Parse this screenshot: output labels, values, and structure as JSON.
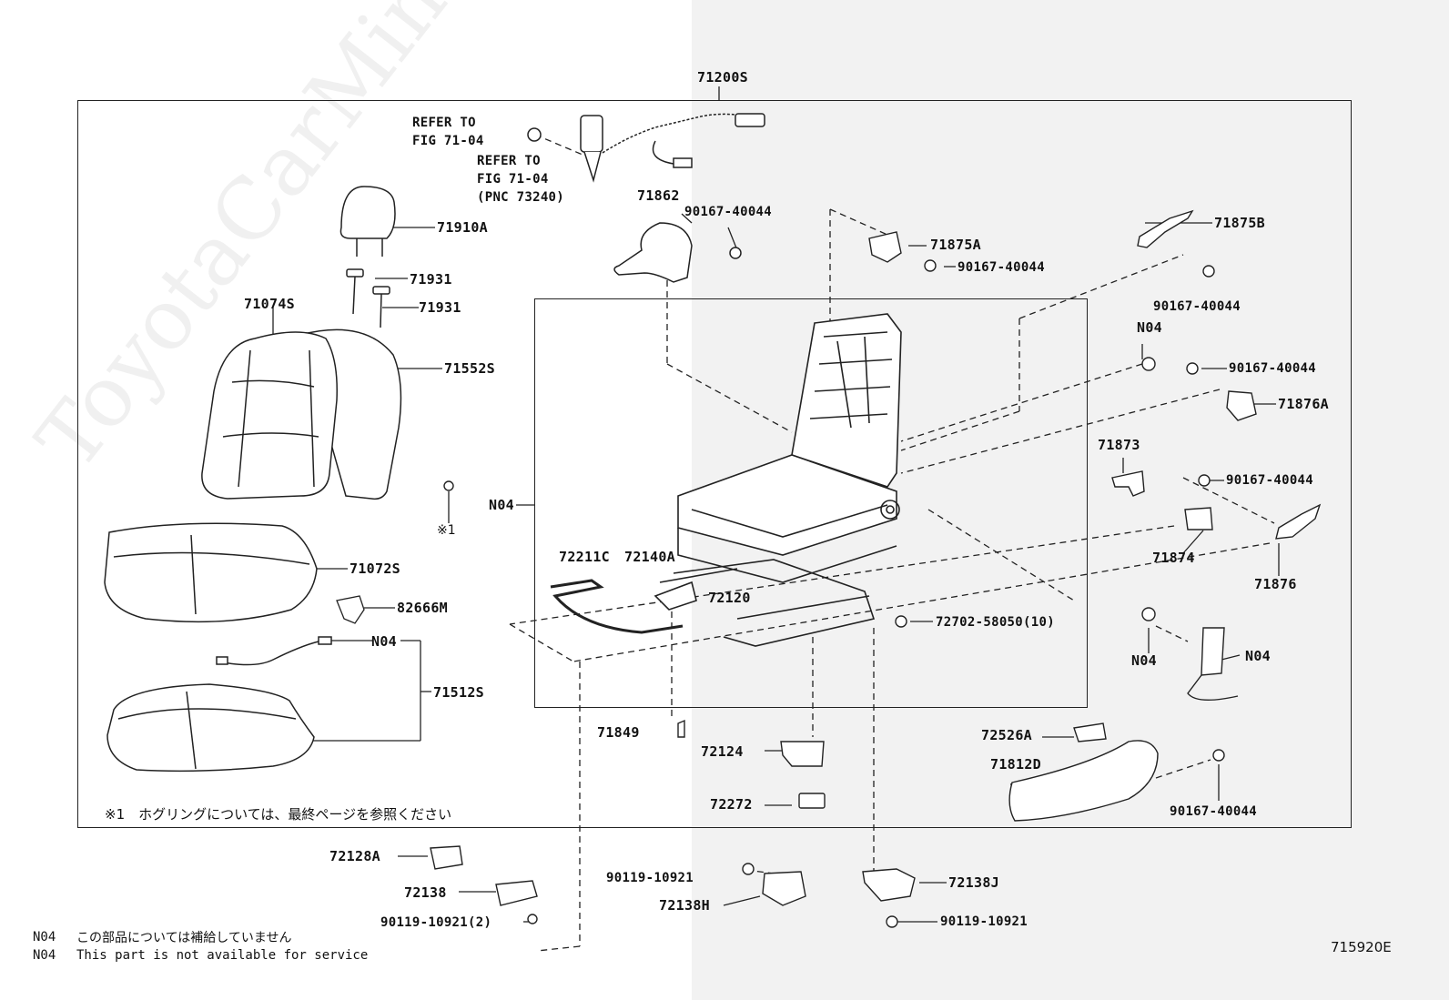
{
  "figure_code": "715920E",
  "labels": {
    "top_assembly": "71200S",
    "refer1_line1": "REFER TO",
    "refer1_line2": "FIG 71-04",
    "refer2_line1": "REFER TO",
    "refer2_line2": "FIG 71-04",
    "refer2_line3": "(PNC 73240)",
    "p71862": "71862",
    "p90167_a": "90167-40044",
    "p71875A": "71875A",
    "p90167_b": "90167-40044",
    "p71875B": "71875B",
    "p90167_c": "90167-40044",
    "p71910A": "71910A",
    "p71931_a": "71931",
    "p71931_b": "71931",
    "p71074S": "71074S",
    "p71552S": "71552S",
    "n04_a": "N04",
    "p90167_d": "90167-40044",
    "p71876A": "71876A",
    "p71873": "71873",
    "p90167_e": "90167-40044",
    "n04_b": "N04",
    "ring_ref": "※1",
    "p72211C": "72211C",
    "p72140A": "72140A",
    "p71874": "71874",
    "p71876": "71876",
    "p71072S": "71072S",
    "p82666M": "82666M",
    "p72120": "72120",
    "p72702": "72702-58050(10)",
    "n04_c": "N04",
    "n04_d": "N04",
    "n04_e": "N04",
    "p71512S": "71512S",
    "p71849": "71849",
    "p72124": "72124",
    "p72526A": "72526A",
    "p71812D": "71812D",
    "p72272": "72272",
    "p90167_f": "90167-40044",
    "p72128A": "72128A",
    "p90119_a": "90119-10921",
    "p72138J": "72138J",
    "p72138": "72138",
    "p72138H": "72138H",
    "p90119_b": "90119-10921(2)",
    "p90119_c": "90119-10921"
  },
  "notes": {
    "hog_ring": "※1　ホグリングについては、最終ページを参照ください",
    "n04_jp_code": "N04",
    "n04_jp_text": "この部品については補給していません",
    "n04_en_code": "N04",
    "n04_en_text": "This part is not available for service"
  },
  "watermark": "ToyotaCarMine.ru"
}
